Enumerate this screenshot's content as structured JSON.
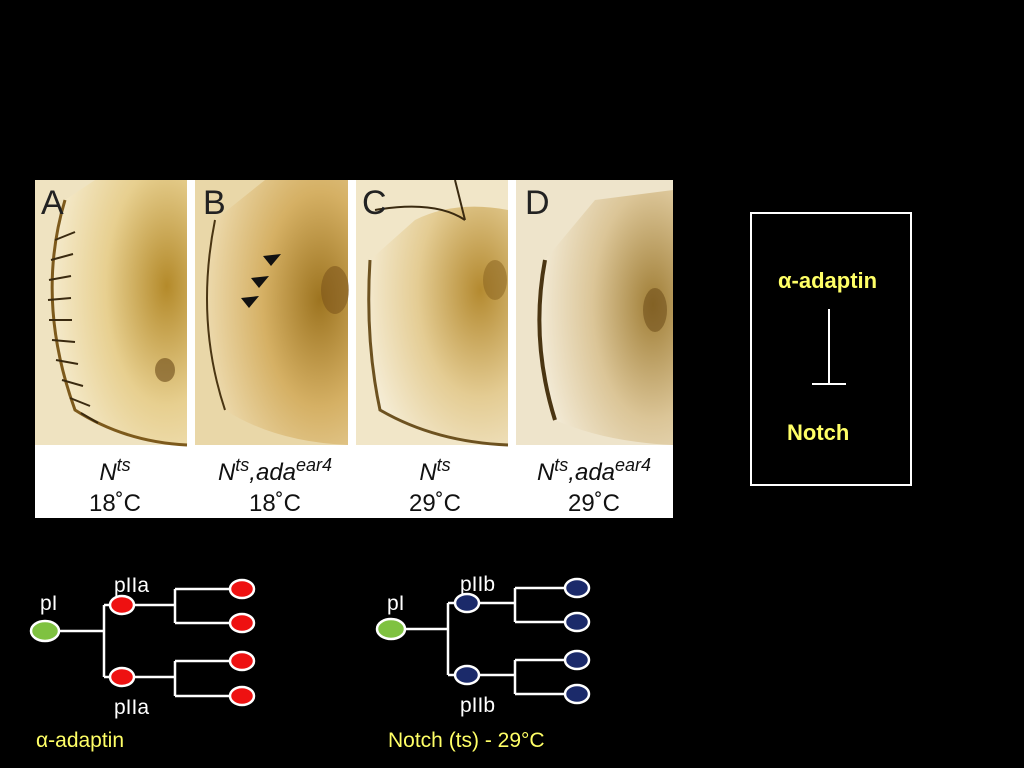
{
  "panels": [
    {
      "letter": "A",
      "genotype_base": "N",
      "genotype_sup": "ts",
      "allele": "",
      "allele_sup": "",
      "temp": "18˚C"
    },
    {
      "letter": "B",
      "genotype_base": "N",
      "genotype_sup": "ts",
      "allele": ",ada",
      "allele_sup": "ear4",
      "temp": "18˚C"
    },
    {
      "letter": "C",
      "genotype_base": "N",
      "genotype_sup": "ts",
      "allele": "",
      "allele_sup": "",
      "temp": "29˚C"
    },
    {
      "letter": "D",
      "genotype_base": "N",
      "genotype_sup": "ts",
      "allele": ",ada",
      "allele_sup": "ear4",
      "temp": "29˚C"
    }
  ],
  "model": {
    "top_label": "α-adaptin",
    "bottom_label": "Notch"
  },
  "lineage_left": {
    "root": "pI",
    "upper": "pIIa",
    "lower": "pIIa",
    "caption": "α-adaptin",
    "root_color": "#7fc241",
    "child_color": "#ee1111"
  },
  "lineage_right": {
    "root": "pI",
    "upper": "pIIb",
    "lower": "pIIb",
    "caption": "Notch (ts) - 29°C",
    "root_color": "#7fc241",
    "child_color": "#1b2a6a"
  }
}
